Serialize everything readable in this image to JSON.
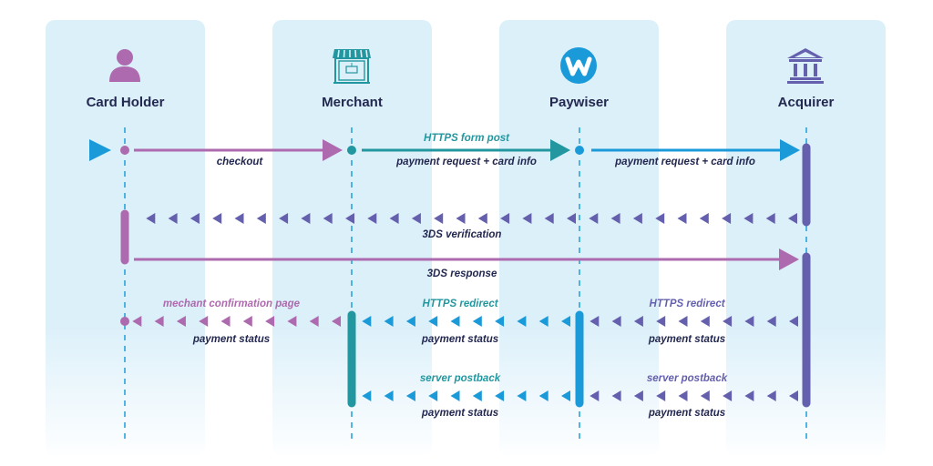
{
  "colors": {
    "cardholder": "#ad6aae",
    "merchant": "#23979f",
    "paywiser": "#1b9ad9",
    "acquirer": "#6560ad",
    "text_dark": "#232850",
    "lane_bg": "#dcf0fa"
  },
  "actors": [
    {
      "id": "cardholder",
      "label": "Card Holder",
      "icon": "person-icon"
    },
    {
      "id": "merchant",
      "label": "Merchant",
      "icon": "storefront-icon"
    },
    {
      "id": "paywiser",
      "label": "Paywiser",
      "icon": "paywiser-logo-icon",
      "logo_letter": "w"
    },
    {
      "id": "acquirer",
      "label": "Acquirer",
      "icon": "bank-icon"
    }
  ],
  "messages": [
    {
      "id": "checkout",
      "from": "cardholder",
      "to": "merchant",
      "style": "solid",
      "above": "",
      "below": "checkout"
    },
    {
      "id": "form-post",
      "from": "merchant",
      "to": "paywiser",
      "style": "solid",
      "above": "HTTPS form post",
      "below": "payment request + card info"
    },
    {
      "id": "payment-request",
      "from": "paywiser",
      "to": "acquirer",
      "style": "solid",
      "above": "",
      "below": "payment request + card info"
    },
    {
      "id": "3ds-verification",
      "from": "acquirer",
      "to": "cardholder",
      "style": "dotted",
      "above": "",
      "below": "3DS verification"
    },
    {
      "id": "3ds-response",
      "from": "cardholder",
      "to": "acquirer",
      "style": "solid",
      "above": "",
      "below": "3DS response"
    },
    {
      "id": "merchant-confirmation",
      "from": "merchant",
      "to": "cardholder",
      "style": "dotted",
      "above": "mechant confirmation page",
      "below": "payment status"
    },
    {
      "id": "redirect-merchant",
      "from": "paywiser",
      "to": "merchant",
      "style": "dotted",
      "above": "HTTPS redirect",
      "below": "payment status"
    },
    {
      "id": "redirect-paywiser",
      "from": "acquirer",
      "to": "paywiser",
      "style": "dotted",
      "above": "HTTPS redirect",
      "below": "payment status"
    },
    {
      "id": "postback-merchant",
      "from": "paywiser",
      "to": "merchant",
      "style": "dotted",
      "above": "server postback",
      "below": "payment status"
    },
    {
      "id": "postback-paywiser",
      "from": "acquirer",
      "to": "paywiser",
      "style": "dotted",
      "above": "server postback",
      "below": "payment status"
    }
  ]
}
